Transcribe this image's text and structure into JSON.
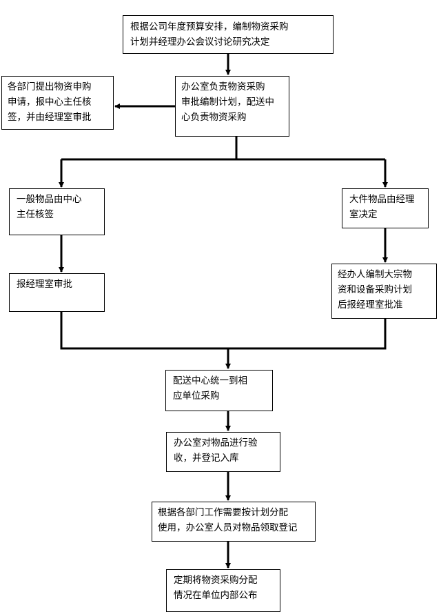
{
  "flowchart": {
    "nodes": [
      {
        "id": "n1",
        "text": "根据公司年度预算安排，编制物资采购\n计划并经理办公会议讨论研究决定"
      },
      {
        "id": "n2",
        "text": "办公室负责物资采购\n审批编制计划，配送中\n心负责物资采购"
      },
      {
        "id": "n3",
        "text": "各部门提出物资申购\n申请，报中心主任核\n签，并由经理室审批"
      },
      {
        "id": "n4",
        "text": "一般物品由中心\n主任核签"
      },
      {
        "id": "n5",
        "text": "大件物品由经理\n室决定"
      },
      {
        "id": "n6",
        "text": "报经理室审批"
      },
      {
        "id": "n7",
        "text": "经办人编制大宗物\n资和设备采购计划\n后报经理室批准"
      },
      {
        "id": "n8",
        "text": "配送中心统一到相\n应单位采购"
      },
      {
        "id": "n9",
        "text": "办公室对物品进行验\n收，并登记入库"
      },
      {
        "id": "n10",
        "text": "根据各部门工作需要按计划分配\n使用，办公室人员对物品领取登记"
      },
      {
        "id": "n11",
        "text": "定期将物资采购分配\n情况在单位内部公布"
      }
    ]
  }
}
